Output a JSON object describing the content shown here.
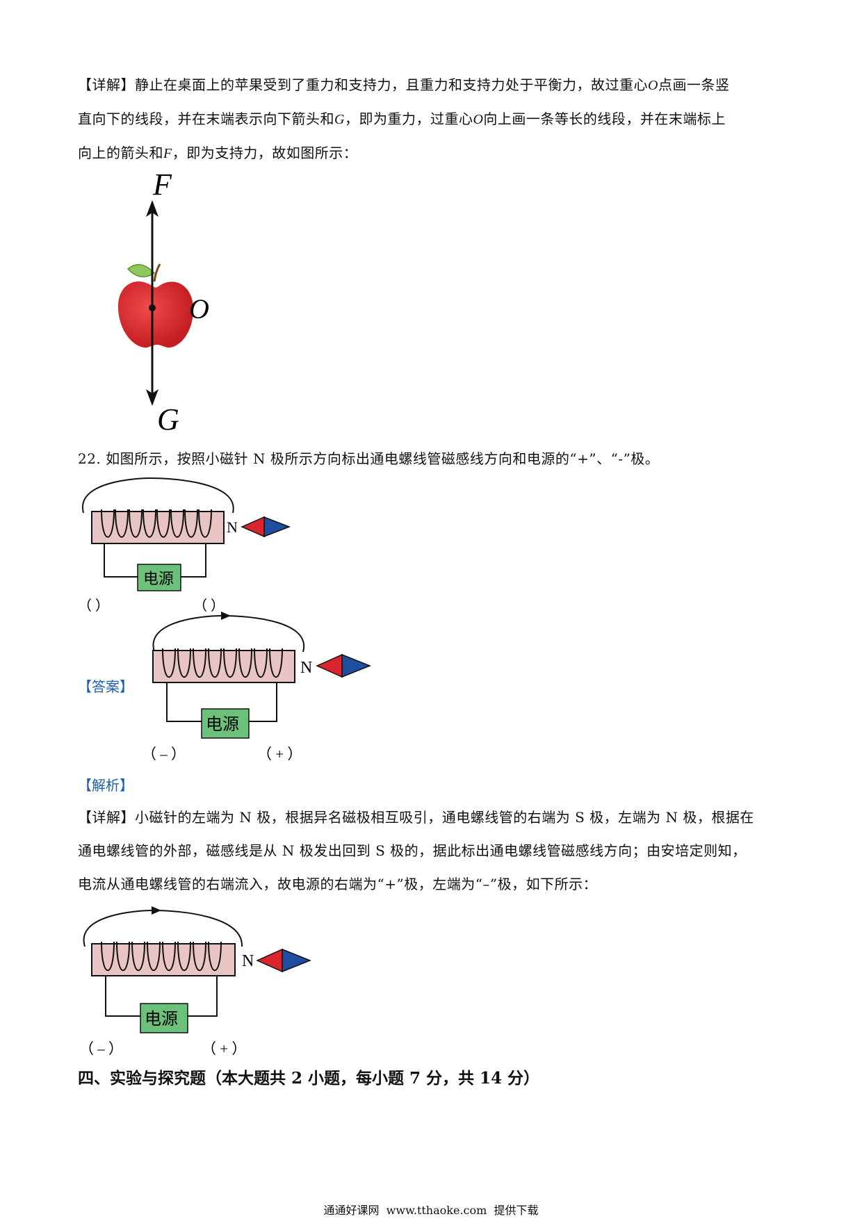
{
  "detail1": {
    "tag": "【详解】",
    "line1_a": "静止在桌面上的苹果受到了重力和支持力，且重力和支持力处于平衡力，故过重心",
    "line1_o": "O",
    "line1_b": "点画一条竖",
    "line2_a": "直向下的线段，并在末端表示向下箭头和",
    "line2_g": "G",
    "line2_b": "，即为重力，过重心",
    "line2_o": "O",
    "line2_c": "向上画一条等长的线段，并在末端标上",
    "line3_a": "向上的箭头和",
    "line3_f": "F",
    "line3_b": "，即为支持力，故如图所示："
  },
  "apple_figure": {
    "label_f": "F",
    "label_o": "O",
    "label_g": "G"
  },
  "question22": {
    "text": "22. 如图所示，按照小磁针 N 极所示方向标出通电螺线管磁感线方向和电源的“+”、“-”极。"
  },
  "figure_q": {
    "n_label": "N",
    "source_label": "电源",
    "left_blank": "（    ）",
    "right_blank": "（    ）"
  },
  "answer": {
    "tag": "【答案】",
    "n_label": "N",
    "source_label": "电源",
    "left_pole": "（ – ）",
    "right_pole": "（ + ）"
  },
  "analysis": {
    "tag": "【解析】"
  },
  "detail2": {
    "tag": "【详解】",
    "line1": "小磁针的左端为 N 极，根据异名磁极相互吸引，通电螺线管的右端为 S 极，左端为 N 极，根据在",
    "line2": "通电螺线管的外部，磁感线是从 N 极发出回到 S 极的，据此标出通电螺线管磁感线方向；由安培定则知，",
    "line3": "电流从通电螺线管的右端流入，故电源的右端为“+”极，左端为“–”极，如下所示："
  },
  "figure_b": {
    "n_label": "N",
    "source_label": "电源",
    "left_pole": "（ – ）",
    "right_pole": "（ + ）"
  },
  "section4": {
    "heading": "四、实验与探究题（本大题共 2 小题，每小题 7 分，共 14 分）"
  },
  "footer": {
    "text": "通通好课网  www.tthaoke.com  提供下载"
  },
  "colors": {
    "coil_fill": "#e8c4c4",
    "source_fill": "#6cc17a",
    "needle_red": "#d9262c",
    "needle_blue": "#1f4ea1",
    "apple_red": "#d8282e",
    "link_blue": "#1f5fa8"
  }
}
